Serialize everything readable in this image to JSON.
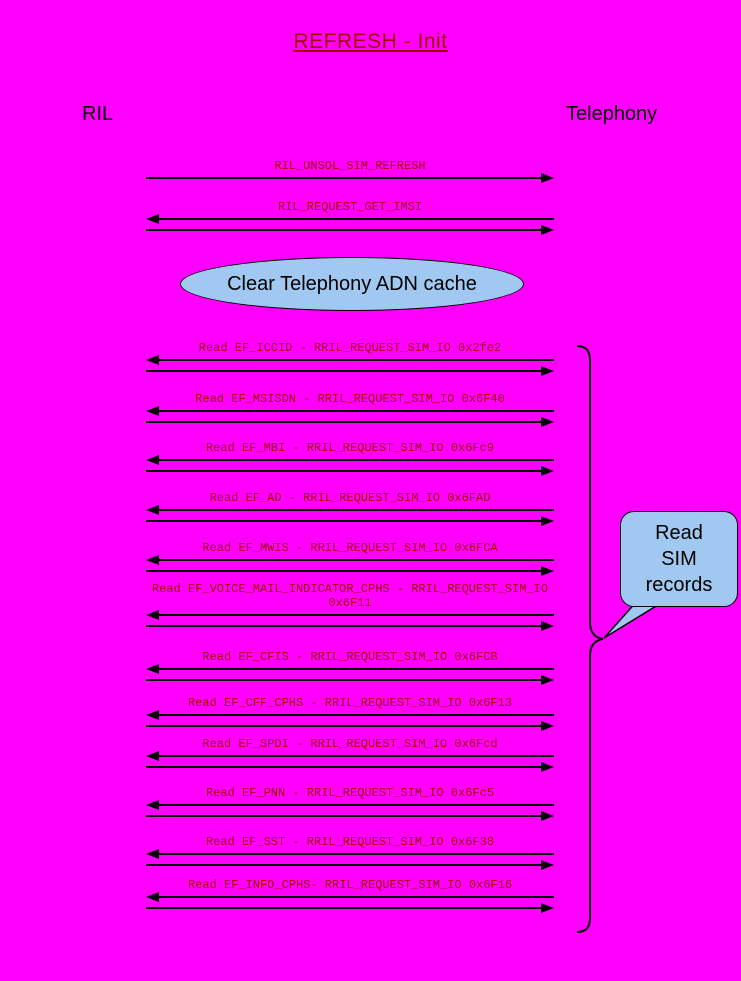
{
  "title": "REFRESH - Init",
  "actors": {
    "left": "RIL",
    "right": "Telephony"
  },
  "sequence": {
    "unsol_label": "RIL_UNSOL_SIM_REFRESH",
    "imsi_label": "RIL_REQUEST_GET_IMSI"
  },
  "note_label": "Clear Telephony ADN cache",
  "reads": [
    "Read EF_ICCID - RRIL_REQUEST_SIM_IO 0x2fe2",
    "Read EF_MSISDN - RRIL_REQUEST_SIM_IO 0x6F40",
    "Read EF_MBI - RRIL_REQUEST_SIM_IO 0x6Fc9",
    "Read EF_AD - RRIL_REQUEST_SIM_IO 0x6FAD",
    "Read EF_MWIS - RRIL_REQUEST_SIM_IO 0x6FCA",
    "Read EF_VOICE_MAIL_INDICATOR_CPHS - RRIL_REQUEST_SIM_IO 0x6F11",
    "Read EF_CFIS - RRIL_REQUEST_SIM_IO 0x6FCB",
    "Read EF_CFF_CPHS - RRIL_REQUEST_SIM_IO 0x6F13",
    "Read EF_SPDI - RRIL_REQUEST_SIM_IO 0x6Fcd",
    "Read EF_PNN - RRIL_REQUEST_SIM_IO 0x6Fc5",
    "Read EF_SST - RRIL_REQUEST_SIM_IO 0x6F38",
    "Read EF_INFO_CPHS- RRIL_REQUEST_SIM_IO 0x6F16"
  ],
  "callout": {
    "line1": "Read",
    "line2": "SIM",
    "line3": "records"
  },
  "colors": {
    "background": "#FF00FF",
    "message_text": "#990000",
    "shape_fill": "#A0C8F0",
    "line": "#000000"
  }
}
